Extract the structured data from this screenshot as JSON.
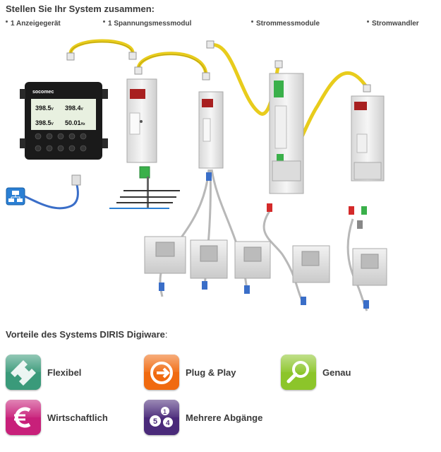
{
  "header": {
    "title": "Stellen Sie Ihr System zusammen:"
  },
  "components": [
    {
      "label": "1 Anzeigegerät"
    },
    {
      "label": "1 Spannungsmessmodul"
    },
    {
      "label": "Strommessmodule"
    },
    {
      "label": "Stromwandler"
    }
  ],
  "display": {
    "brand": "socomec",
    "readings": [
      "398.5",
      "398.4",
      "398.5",
      "50.01"
    ],
    "units": [
      "V",
      "V",
      "V",
      "Hz"
    ]
  },
  "advantages": {
    "title": "Vorteile des Systems DIRIS Digiware",
    "items": [
      {
        "label": "Flexibel",
        "icon": "puzzle-icon",
        "color": "#3a9a7a"
      },
      {
        "label": "Plug & Play",
        "icon": "plug-play-icon",
        "color": "#f06a10"
      },
      {
        "label": "Genau",
        "icon": "magnifier-icon",
        "color": "#8cc52a"
      },
      {
        "label": "Wirtschaftlich",
        "icon": "euro-icon",
        "color": "#c8207a"
      },
      {
        "label": "Mehrere Abgänge",
        "icon": "numbers-icon",
        "color": "#4a2a7a"
      }
    ]
  }
}
